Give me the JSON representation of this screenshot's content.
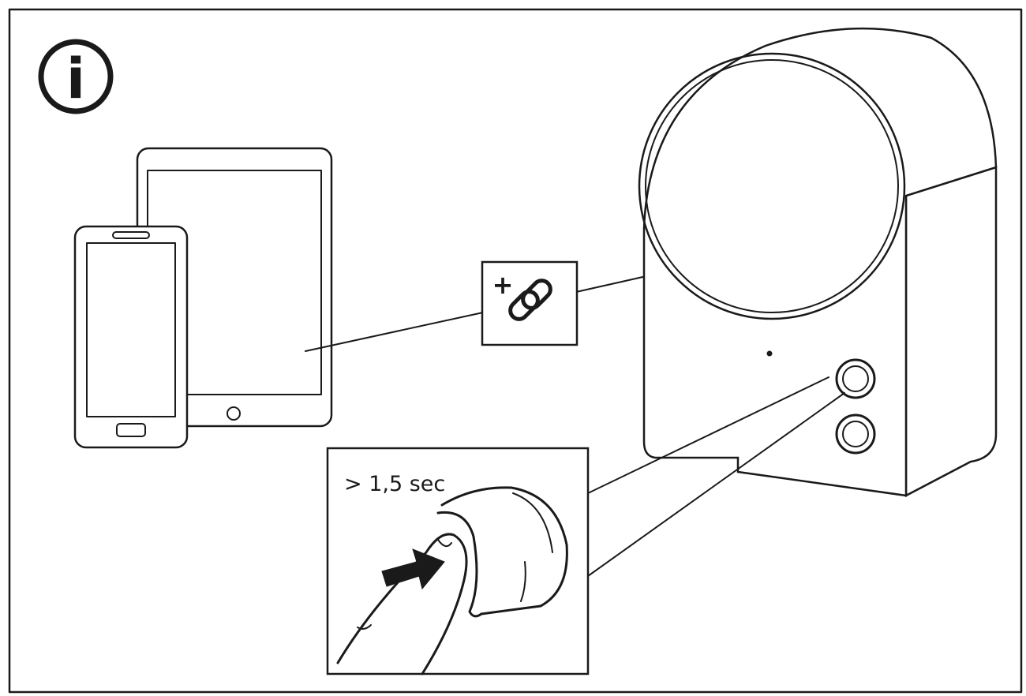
{
  "info_icon": {
    "glyph": "i",
    "icon": "info-icon"
  },
  "link_badge": {
    "plus_glyph": "+",
    "icon": "link-plus-icon"
  },
  "callout": {
    "duration_label": "> 1,5 sec"
  },
  "devices": [
    "smartphone",
    "tablet",
    "speaker"
  ],
  "colors": {
    "ink": "#1a1a1a",
    "background": "#ffffff"
  }
}
